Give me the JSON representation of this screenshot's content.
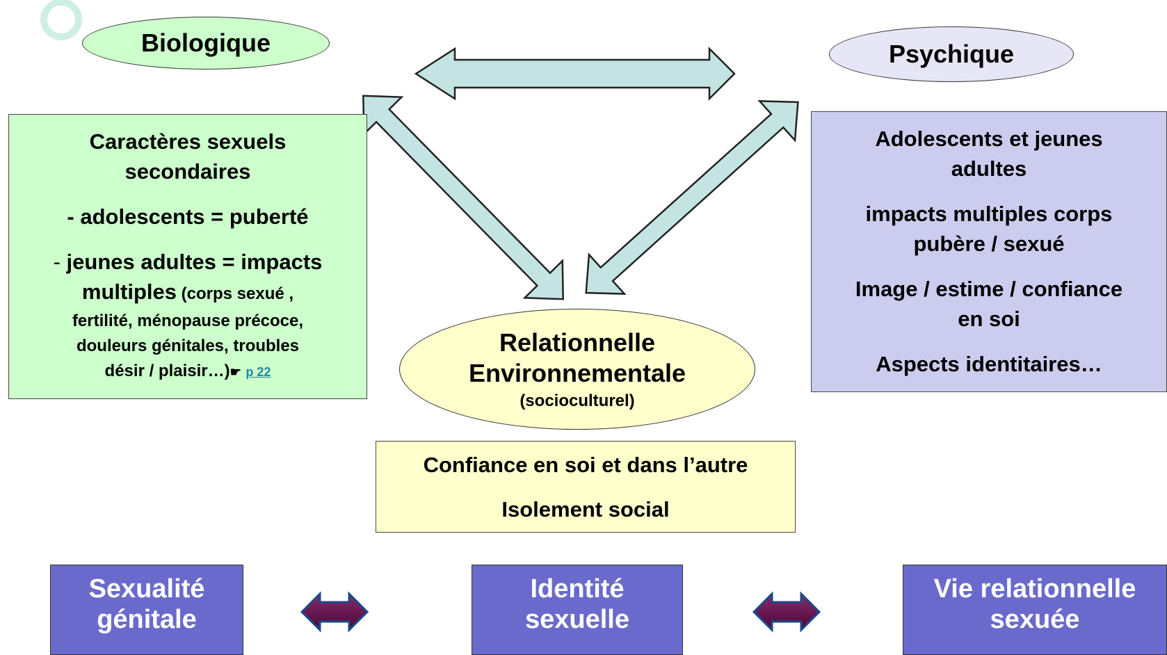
{
  "nodes": {
    "biologique": {
      "label": "Biologique",
      "color": "#ccffcc"
    },
    "psychique": {
      "label": "Psychique",
      "color": "#e6e6f7"
    },
    "relationnelle": {
      "line1": "Relationnelle",
      "line2": "Environnementale",
      "line3": "(socioculturel)",
      "color": "#ffffcc"
    }
  },
  "boxes": {
    "bio": {
      "title1": "Caractères sexuels",
      "title2": "secondaires",
      "item1": "- adolescents = puberté",
      "item2_dash": "- ",
      "item2_main1": "jeunes adultes = impacts",
      "item2_main2": "multiples",
      "item2_detail_a": " (corps sexué ,",
      "item2_detail_b": "fertilité,  ménopause précoce,",
      "item2_detail_c": "douleurs génitales, troubles",
      "item2_detail_d": "désir / plaisir…)",
      "pointer_icon": "☛",
      "link": "p 22",
      "color": "#ccffcc"
    },
    "psy": {
      "p1a": "Adolescents et jeunes",
      "p1b": "adultes",
      "p2a": "impacts multiples corps",
      "p2b": "pubère / sexué",
      "p3a": "Image / estime / confiance",
      "p3b": "en soi",
      "p4": "Aspects identitaires…",
      "color": "#ccccee"
    },
    "rel": {
      "p1": "Confiance en soi et dans l’autre",
      "p2": "Isolement  social",
      "color": "#ffffcc"
    }
  },
  "bottom": [
    {
      "line1": "Sexualité",
      "line2": "génitale"
    },
    {
      "line1": "Identité",
      "line2": "sexuelle"
    },
    {
      "line1": "Vie relationnelle",
      "line2": "sexuée"
    }
  ],
  "colors": {
    "big_arrow_fill": "#c4e3e3",
    "small_arrow_fill": "#6b0f4e",
    "bottom_box_fill": "#6a6acd"
  }
}
